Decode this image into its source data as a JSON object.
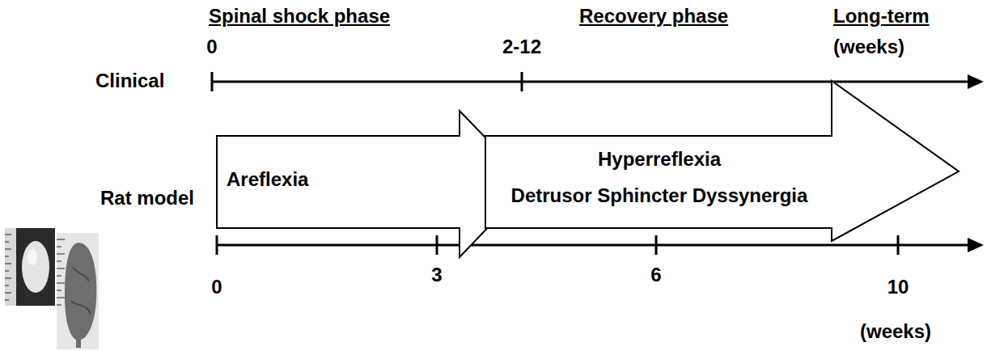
{
  "diagram": {
    "nodes": [
      {
        "text": [
          "Areflexia"
        ]
      },
      {
        "text": [
          "Hyperreflexia",
          "Detrusor Sphincter Dyssynergia"
        ]
      }
    ],
    "labels": [
      "Spinal shock phase",
      "Recovery phase",
      "Long-term",
      "0",
      "2-12",
      "(weeks)",
      "Clinical",
      "Rat model",
      "0",
      "3",
      "6",
      "10",
      "(weeks)"
    ]
  }
}
